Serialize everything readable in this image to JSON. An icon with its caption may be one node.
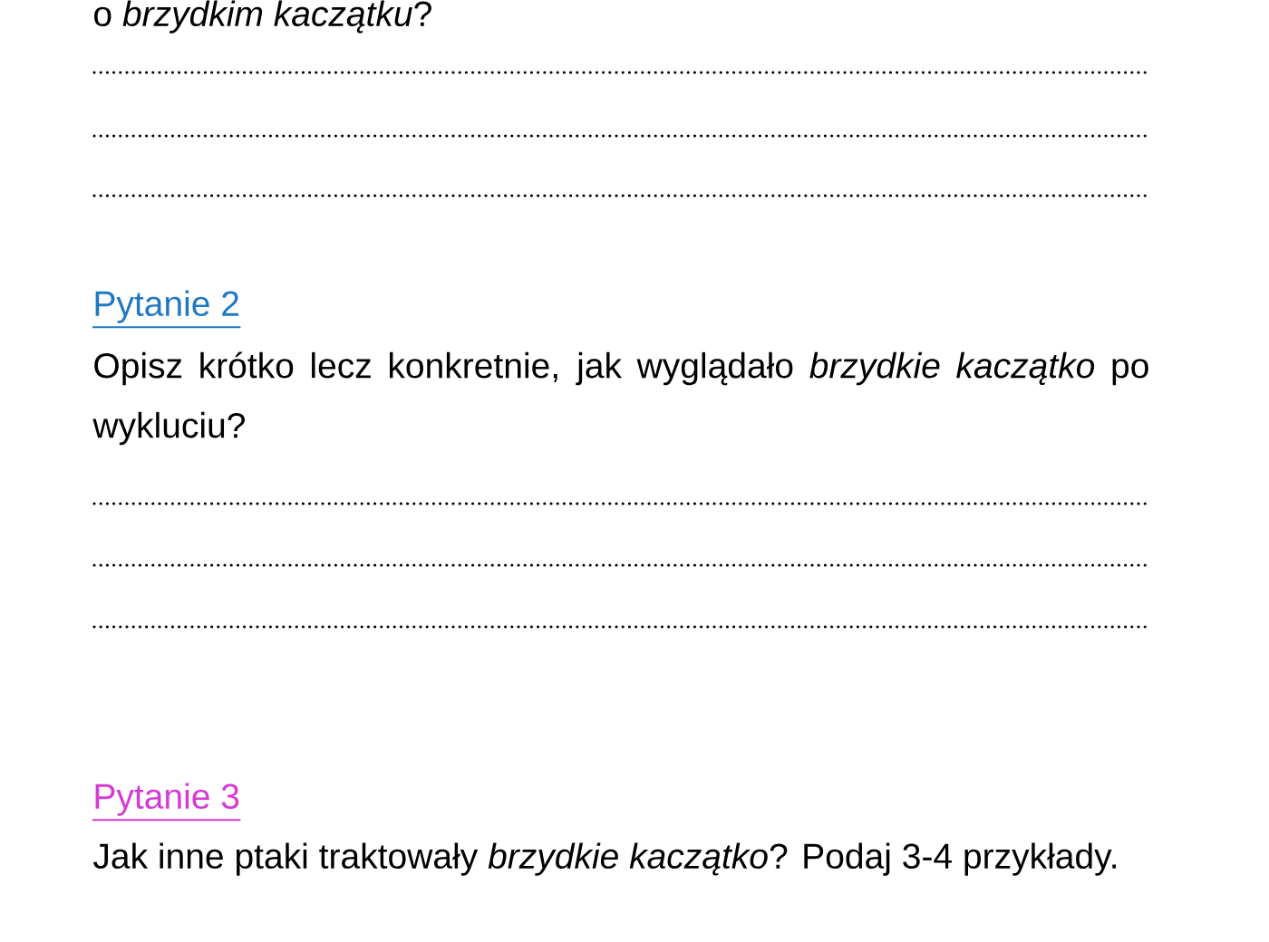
{
  "diagram": {
    "labels": [
      "o *brzydkim kaczątku*?",
      "Pytanie 2",
      "Opisz krótko lecz konkretnie, jak wyglądało *brzydkie kaczątko* po wykluciu?",
      "Pytanie 3",
      "Jak inne ptaki traktowały *brzydkie kaczątko*? Podaj 3-4 przykłady."
    ]
  }
}
